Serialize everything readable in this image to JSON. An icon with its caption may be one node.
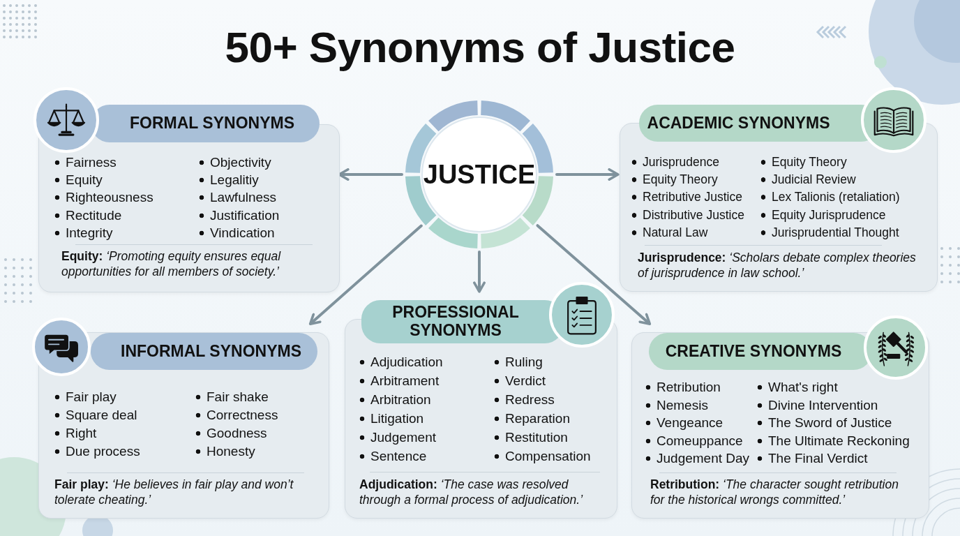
{
  "diagram": {
    "title": "50+ Synonyms of Justice",
    "nodes": [
      {
        "text": [
          "JUSTICE"
        ]
      },
      {
        "text": [
          "FORMAL SYNONYMS",
          "Fairness",
          "Equity",
          "Righteousness",
          "Rectitude",
          "Integrity",
          "Objectivity",
          "Legalitiy",
          "Lawfulness",
          "Justification",
          "Vindication",
          "**Equity:** *‘Promoting equity ensures equal opportunities for all members of society.’*"
        ]
      },
      {
        "text": [
          "ACADEMIC SYNONYMS",
          "Jurisprudence",
          "Equity Theory",
          "Retributive Justice",
          "Distributive Justice",
          "Natural Law",
          "Equity Theory",
          "Judicial Review",
          "Lex Talionis (retaliation)",
          "Equity Jurisprudence",
          "Jurisprudential Thought",
          "**Jurisprudence:** *‘Scholars debate complex theories of jurisprudence in law school.’*"
        ]
      },
      {
        "text": [
          "INFORMAL SYNONYMS",
          "Fair play",
          "Square deal",
          "Right",
          "Due process",
          "Fair shake",
          "Correctness",
          "Goodness",
          "Honesty",
          "**Fair play:** *‘He believes in fair play and won’t tolerate cheating.’*"
        ]
      },
      {
        "text": [
          "PROFESSIONAL SYNONYMS",
          "Adjudication",
          "Arbitrament",
          "Arbitration",
          "Litigation",
          "Judgement",
          "Sentence",
          "Ruling",
          "Verdict",
          "Redress",
          "Reparation",
          "Restitution",
          "Compensation",
          "**Adjudication:** *‘The case was resolved through a formal process of adjudication.’*"
        ]
      },
      {
        "text": [
          "CREATIVE SYNONYMS",
          "Retribution",
          "Nemesis",
          "Vengeance",
          "Comeuppance",
          "Judgement Day",
          "What's right",
          "Divine Intervention",
          "The Sword of Justice",
          "The Ultimate Reckoning",
          "The Final Verdict",
          "**Retribution:** *‘The character sought retribution for the historical wrongs committed.’*"
        ]
      }
    ],
    "edges": [
      {
        "from": 0,
        "to": 1,
        "arrow": "to"
      },
      {
        "from": 0,
        "to": 2,
        "arrow": "to"
      },
      {
        "from": 0,
        "to": 3,
        "arrow": "to"
      },
      {
        "from": 0,
        "to": 4,
        "arrow": "to"
      },
      {
        "from": 0,
        "to": 5,
        "arrow": "to"
      }
    ]
  }
}
